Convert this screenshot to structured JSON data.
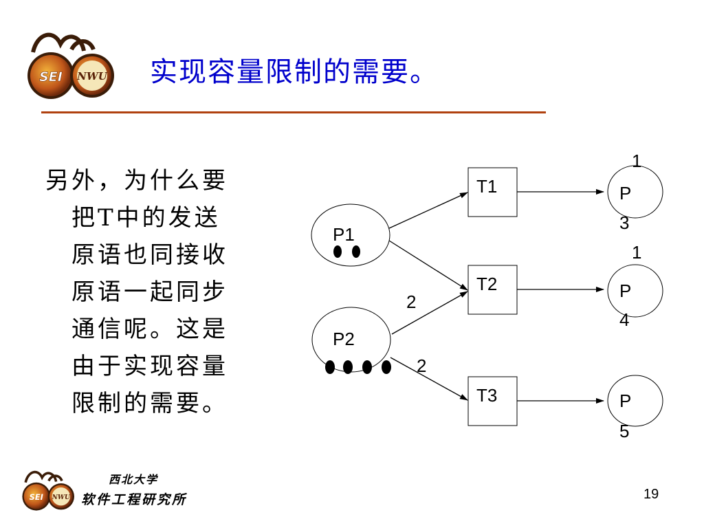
{
  "slide": {
    "title": "实现容量限制的需要。",
    "body_lines": [
      "另外，为什么要",
      "把T中的发送",
      "原语也同接收",
      "原语一起同步",
      "通信呢。这是",
      "由于实现容量",
      "限制的需要。"
    ],
    "page_number": "19",
    "accent_color": "#b0410f",
    "title_color": "#0000cc"
  },
  "logo": {
    "left_text": "SEI",
    "right_text": "NWU"
  },
  "footer": {
    "line1": "西北大学",
    "line2": "软件工程研究所"
  },
  "diagram": {
    "places": [
      {
        "id": "P1",
        "label": "P1",
        "tokens": 2
      },
      {
        "id": "P2",
        "label": "P2",
        "tokens": 4
      },
      {
        "id": "P3",
        "label_lines": [
          "P",
          "3"
        ],
        "capacity": "1"
      },
      {
        "id": "P4",
        "label_lines": [
          "P",
          "4"
        ],
        "capacity": "1"
      },
      {
        "id": "P5",
        "label_lines": [
          "P",
          "5"
        ]
      }
    ],
    "transitions": [
      {
        "id": "T1",
        "label": "T1"
      },
      {
        "id": "T2",
        "label": "T2"
      },
      {
        "id": "T3",
        "label": "T3"
      }
    ],
    "arcs": [
      {
        "from": "P1",
        "to": "T1"
      },
      {
        "from": "P1",
        "to": "T2"
      },
      {
        "from": "P2",
        "to": "T2",
        "weight": "2"
      },
      {
        "from": "P2",
        "to": "T3",
        "weight": "2"
      },
      {
        "from": "T1",
        "to": "P3"
      },
      {
        "from": "T2",
        "to": "P4"
      },
      {
        "from": "T3",
        "to": "P5"
      }
    ]
  }
}
